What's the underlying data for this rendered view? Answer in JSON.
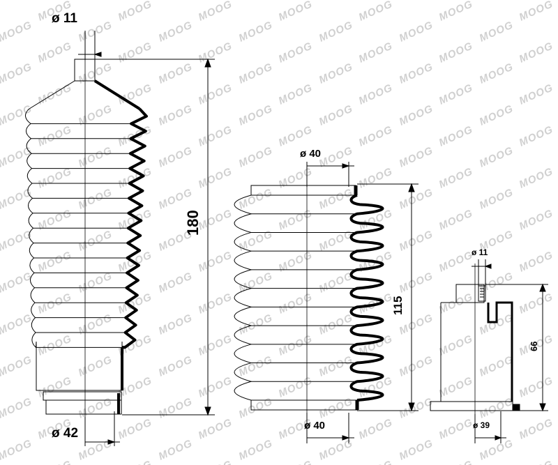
{
  "watermark": {
    "text": "MOOG",
    "color": "#d0d0d0"
  },
  "colors": {
    "outline": "#000000",
    "body_fill": "#ffffff"
  },
  "large_boot": {
    "top_diameter": "ø 11",
    "bottom_diameter": "ø 42",
    "length": "180"
  },
  "medium_boot": {
    "top_diameter": "ø 40",
    "bottom_diameter": "ø 40",
    "length": "115"
  },
  "small_boot": {
    "top_diameter": "ø 11",
    "bottom_diameter": "ø 39",
    "height": "66"
  }
}
